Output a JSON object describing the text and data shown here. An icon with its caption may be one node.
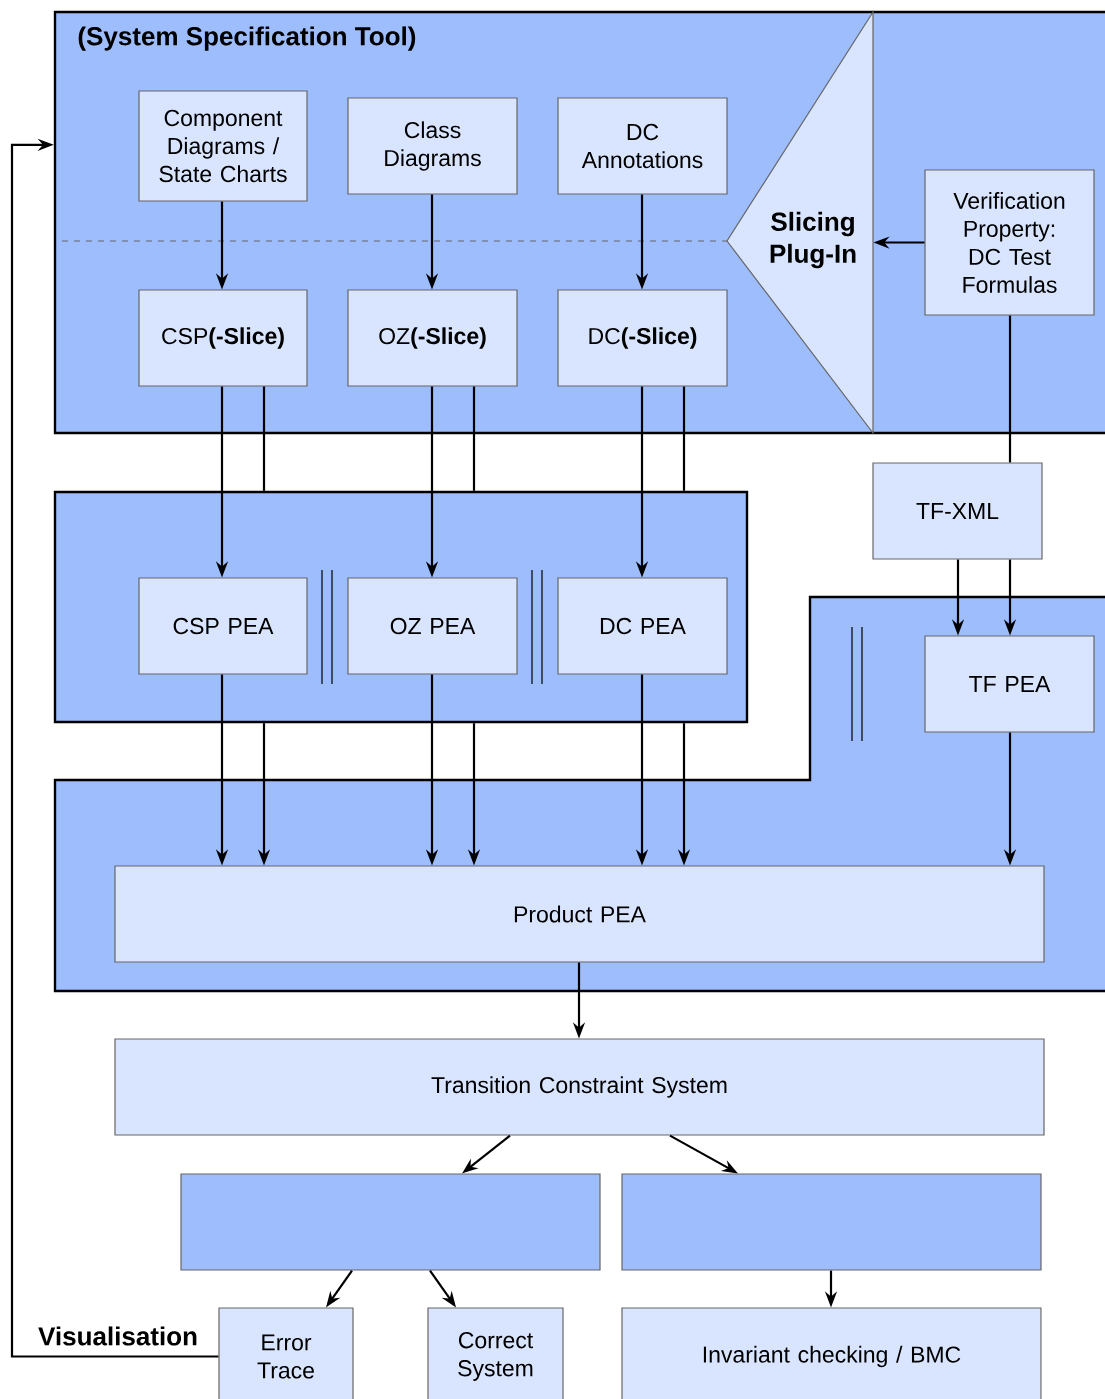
{
  "diagram": {
    "nodes": [
      {
        "text": [
          "(System Specification Tool)"
        ]
      },
      {
        "text": [
          "Component Diagrams / State Charts"
        ],
        "in": 0
      },
      {
        "text": [
          "Class Diagrams"
        ],
        "in": 0
      },
      {
        "text": [
          "DC Annotations"
        ],
        "in": 0
      },
      {
        "text": [
          "Slicing Plug-In"
        ],
        "in": 0
      },
      {
        "text": [
          "CSP**(-Slice)**"
        ],
        "in": 0
      },
      {
        "text": [
          "OZ**(-Slice)**"
        ],
        "in": 0
      },
      {
        "text": [
          "DC**(-Slice)**"
        ],
        "in": 0
      },
      {
        "text": [
          "Verification Property: DC Test Formulas"
        ],
        "in": 0
      },
      {
        "text": [],
        "shape": "box"
      },
      {
        "text": [
          "CSP PEA"
        ],
        "in": 9
      },
      {
        "text": [
          "OZ PEA"
        ],
        "in": 9
      },
      {
        "text": [
          "DC PEA"
        ],
        "in": 9
      },
      {
        "text": [
          "TF-XML"
        ]
      },
      {
        "text": [],
        "shape": "box"
      },
      {
        "text": [
          "TF PEA"
        ],
        "in": 14
      },
      {
        "text": [
          "Product PEA"
        ],
        "in": 14
      },
      {
        "text": [
          "Transition Constraint System"
        ]
      },
      {
        "text": [],
        "shape": "box"
      },
      {
        "text": [],
        "shape": "box"
      },
      {
        "text": [
          "Error Trace"
        ]
      },
      {
        "text": [
          "Correct System"
        ]
      },
      {
        "text": [
          "Invariant checking / BMC"
        ]
      }
    ],
    "edges": [
      {
        "from": 1,
        "to": 5,
        "arrow": "to"
      },
      {
        "from": 2,
        "to": 6,
        "arrow": "to"
      },
      {
        "from": 3,
        "to": 7,
        "arrow": "to"
      },
      {
        "from": 8,
        "to": 4,
        "arrow": "to"
      },
      {
        "from": 5,
        "to": 10,
        "arrow": "to"
      },
      {
        "from": 5,
        "to": 9,
        "arrow": "none"
      },
      {
        "from": 6,
        "to": 11,
        "arrow": "to"
      },
      {
        "from": 6,
        "to": 9,
        "arrow": "none"
      },
      {
        "from": 7,
        "to": 12,
        "arrow": "to"
      },
      {
        "from": 7,
        "to": 9,
        "arrow": "none"
      },
      {
        "from": 10,
        "to": 16,
        "arrow": "to"
      },
      {
        "from": 9,
        "to": 16,
        "arrow": "to"
      },
      {
        "from": 11,
        "to": 16,
        "arrow": "to"
      },
      {
        "from": 9,
        "to": 16,
        "arrow": "to"
      },
      {
        "from": 12,
        "to": 16,
        "arrow": "to"
      },
      {
        "from": 9,
        "to": 16,
        "arrow": "to"
      },
      {
        "from": 8,
        "to": 13,
        "arrow": "none"
      },
      {
        "from": 13,
        "to": 15,
        "arrow": "to"
      },
      {
        "from": 13,
        "to": 15,
        "arrow": "to"
      },
      {
        "from": 15,
        "to": 16,
        "arrow": "to"
      },
      {
        "from": 16,
        "to": 17,
        "arrow": "to"
      },
      {
        "from": 17,
        "to": 18,
        "arrow": "to"
      },
      {
        "from": 17,
        "to": 19,
        "arrow": "to"
      },
      {
        "from": 18,
        "to": 20,
        "arrow": "to"
      },
      {
        "from": 18,
        "to": 21,
        "arrow": "to"
      },
      {
        "from": 19,
        "to": 22,
        "arrow": "to"
      },
      {
        "from": 20,
        "to": 0,
        "arrow": "to",
        "label": "Visualisation"
      }
    ]
  }
}
